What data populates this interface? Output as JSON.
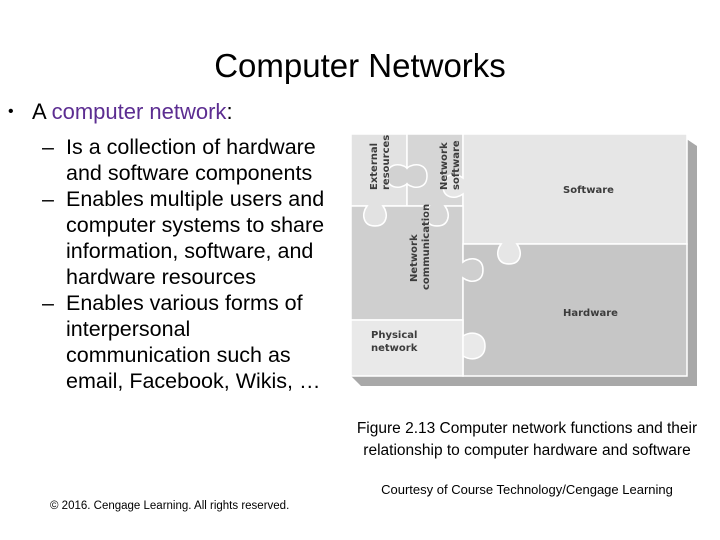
{
  "slide": {
    "title": "Computer Networks",
    "bullet": {
      "prefix": "A ",
      "keyword": "computer network",
      "suffix": ":"
    },
    "sub_bullets": [
      "Is a collection of hardware and software components",
      "Enables multiple users and computer systems to share information, software, and hardware resources",
      "Enables various forms of interpersonal communication such as email, Facebook, Wikis, …"
    ],
    "copyright": "© 2016. Cengage Learning. All rights reserved.",
    "keyword_color": "#5c2d91"
  },
  "figure": {
    "labels": {
      "external_resources": [
        "External",
        "resources"
      ],
      "network_software": [
        "Network",
        "software"
      ],
      "software": "Software",
      "network_communication": [
        "Network",
        "communication"
      ],
      "hardware": "Hardware",
      "physical_network": [
        "Physical",
        "network"
      ]
    },
    "caption": "Figure 2.13 Computer network functions and their relationship to computer hardware and software",
    "courtesy": "Courtesy of Course Technology/Cengage Learning"
  }
}
